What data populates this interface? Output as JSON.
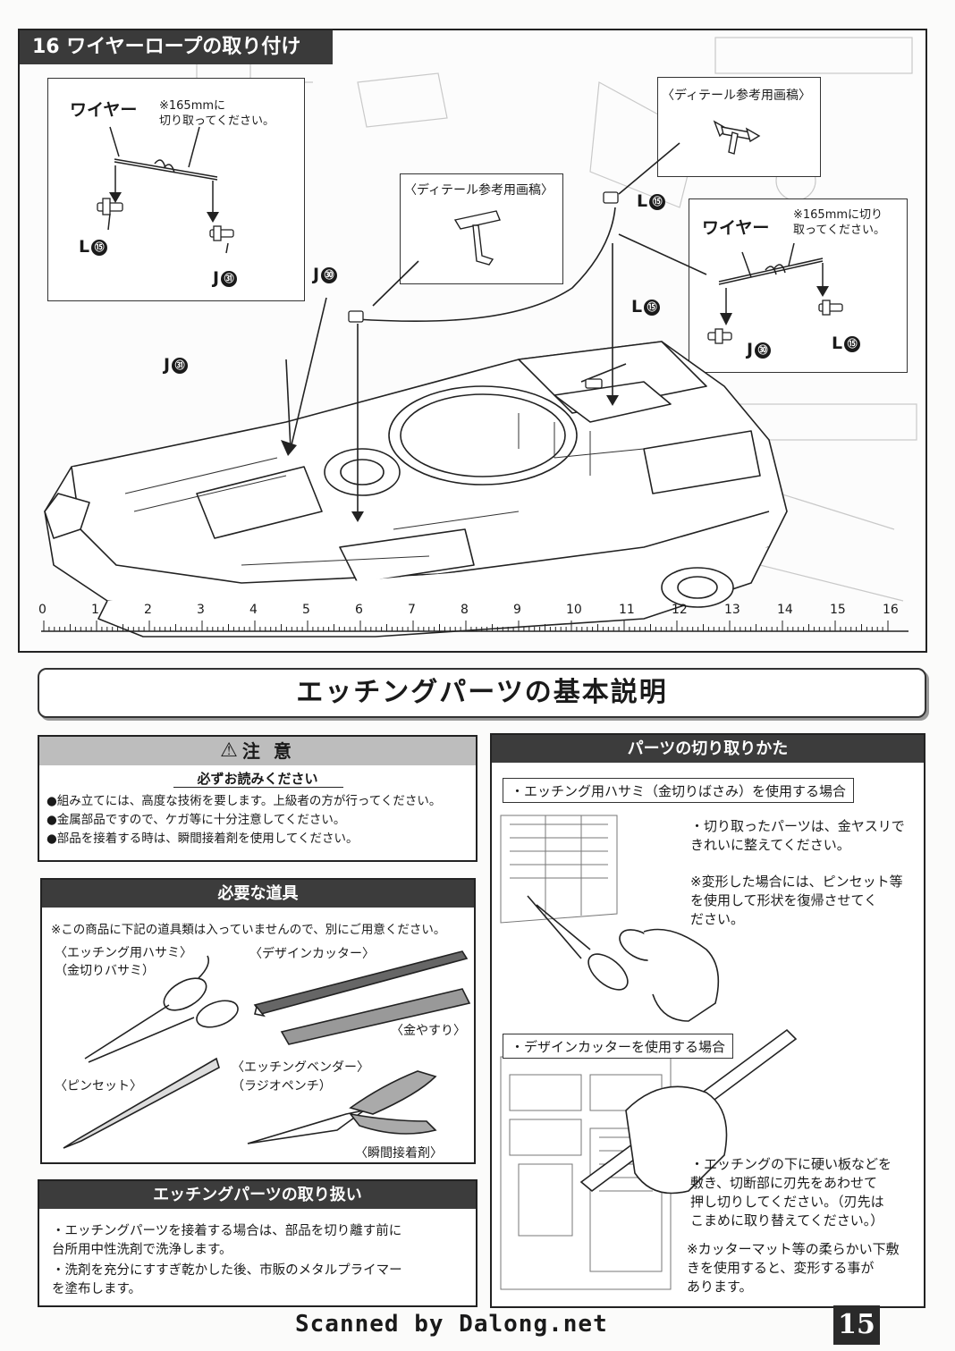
{
  "step": {
    "title": "16 ワイヤーロープの取り付け",
    "left_box": {
      "wire_label": "ワイヤー",
      "note": "※165mmに\n切り取ってください。",
      "part1": "L",
      "part1_num": "⑮",
      "part2": "J",
      "part2_num": "㉛"
    },
    "detail_label_1": "〈ディテール参考用画稿〉",
    "detail_label_2": "〈ディテール参考用画稿〉",
    "right_box": {
      "wire_label": "ワイヤー",
      "note": "※165mmに切り\n取ってください。",
      "part1": "J",
      "part1_num": "㉚",
      "part2": "L",
      "part2_num": "⑮"
    },
    "callouts": [
      {
        "id": "l15-top",
        "text": "L",
        "num": "⑮"
      },
      {
        "id": "j30-mid",
        "text": "J",
        "num": "㉚"
      },
      {
        "id": "l15-mid",
        "text": "L",
        "num": "⑮"
      },
      {
        "id": "j31-left",
        "text": "J",
        "num": "㉛"
      }
    ],
    "ruler": [
      "0",
      "1",
      "2",
      "3",
      "4",
      "5",
      "6",
      "7",
      "8",
      "9",
      "10",
      "11",
      "12",
      "13",
      "14",
      "15",
      "16"
    ]
  },
  "main_title": "エッチングパーツの基本説明",
  "caution": {
    "heading": "注 意",
    "subheading": "必ずお読みください",
    "items": [
      "●組み立てには、高度な技術を要します。上級者の方が行ってください。",
      "●金属部品ですので、ケガ等に十分注意してください。",
      "●部品を接着する時は、瞬間接着剤を使用してください。"
    ]
  },
  "tools": {
    "heading": "必要な道具",
    "note": "※この商品に下記の道具類は入っていませんので、別にご用意ください。",
    "labels": {
      "scissors": "〈エッチング用ハサミ〉\n（金切りバサミ）",
      "cutter": "〈デザインカッター〉",
      "file": "〈金やすり〉",
      "tweezers": "〈ピンセット〉",
      "bender": "〈エッチングベンダー〉\n（ラジオペンチ）",
      "glue": "〈瞬間接着剤〉"
    }
  },
  "handling": {
    "heading": "エッチングパーツの取り扱い",
    "items": [
      "・エッチングパーツを接着する場合は、部品を切り離す前に\n台所用中性洗剤で洗浄します。",
      "・洗剤を充分にすすぎ乾かした後、市販のメタルプライマー\nを塗布します。"
    ]
  },
  "cutting": {
    "heading": "パーツの切り取りかた",
    "case1": "・エッチング用ハサミ（金切りばさみ）を使用する場合",
    "case1_note1": "・切り取ったパーツは、金ヤスリで\nきれいに整えてください。",
    "case1_note2": "※変形した場合には、ピンセット等\nを使用して形状を復帰させてく\nださい。",
    "case2": "・デザインカッターを使用する場合",
    "case2_note1": "・エッチングの下に硬い板などを\n敷き、切断部に刃先をあわせて\n押し切りしてください。（刃先は\nこまめに取り替えてください。）",
    "case2_note2": "※カッターマット等の柔らかい下敷\nきを使用すると、変形する事が\nあります。"
  },
  "footer": {
    "scan_credit": "Scanned by Dalong.net",
    "page_number": "15"
  }
}
